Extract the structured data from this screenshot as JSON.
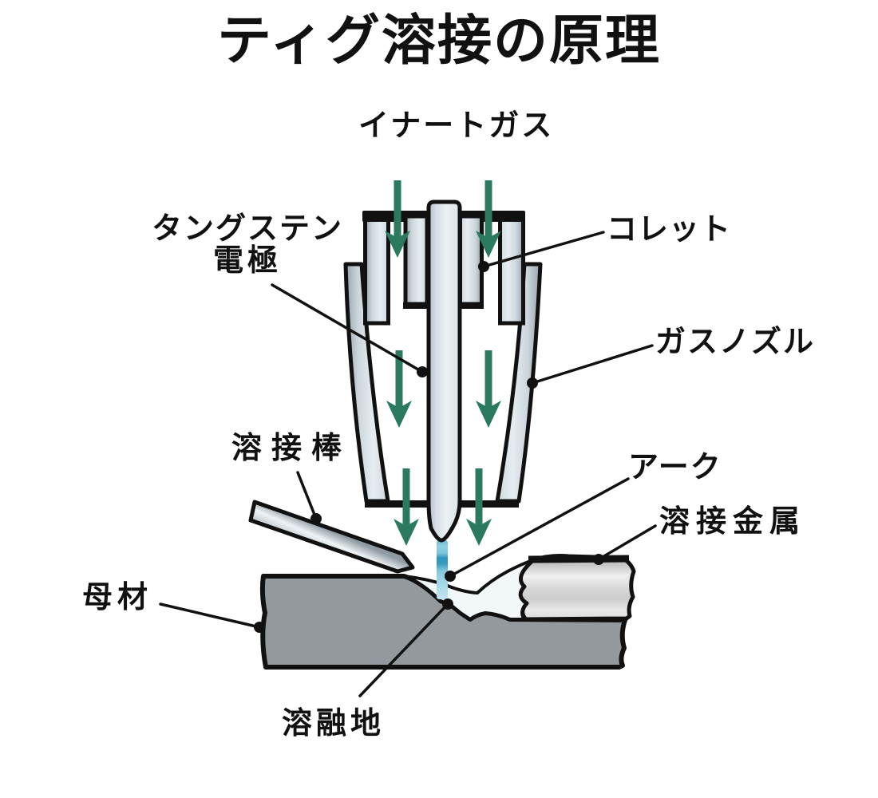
{
  "title": "ティグ溶接の原理",
  "labels": {
    "inert_gas": "イナートガス",
    "tungsten_line1": "タングステン",
    "tungsten_line2": "電極",
    "collet": "コレット",
    "gas_nozzle": "ガスノズル",
    "filler_rod": "溶接棒",
    "arc": "アーク",
    "weld_metal": "溶接金属",
    "base_metal": "母材",
    "molten_pool": "溶融地"
  },
  "colors": {
    "background": "#ffffff",
    "line": "#111111",
    "gas-arrow": "#2b7a5f",
    "arc-blue": "#57b4d4",
    "plate-grey": "#93999d",
    "pool-white": "#f2f7fa",
    "metal-dark": "#97a3ac",
    "metal-light": "#e6edf1"
  }
}
